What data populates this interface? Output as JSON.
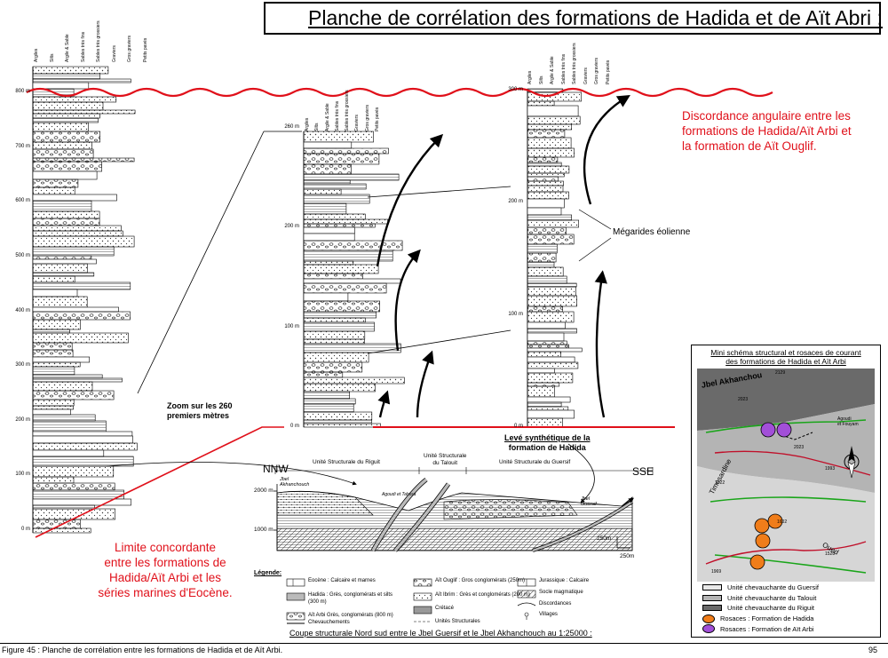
{
  "title": "Planche de corrélation des formations de Hadida et de Aït Abri :",
  "header_labels": [
    "Argiles",
    "Silts",
    "Argile & Sable",
    "Sables très fins",
    "Sables très grossiers",
    "Graviers",
    "Gros graviers",
    "Petits pavés"
  ],
  "col1_ticks": [
    "800 m",
    "700 m",
    "600 m",
    "500 m",
    "400 m",
    "300 m",
    "200 m",
    "100 m",
    "0 m"
  ],
  "col2_ticks": [
    "260 m",
    "200 m",
    "100 m",
    "0 m"
  ],
  "col3_ticks": [
    "300 m",
    "200 m",
    "100 m",
    "0 m"
  ],
  "notes": {
    "discordance_1": "Discordance angulaire entre les",
    "discordance_2": "formations de Hadida/Aït Arbi et",
    "discordance_3": "la formation de Aït Ouglif.",
    "megarides": "Mégarides éolienne",
    "zoom_1": "Zoom sur les 260",
    "zoom_2": "premiers mètres",
    "leve_1": "Levé synthétique de la",
    "leve_2": "formation de Hadida",
    "limite_1": "Limite concordante",
    "limite_2": "entre les formations de",
    "limite_3": "Hadida/Aït Arbi et les",
    "limite_4": "séries marines d'Eocène."
  },
  "section": {
    "nnw": "NNW",
    "sse": "SSE",
    "unit_riguit": "Unité Structurale du Riguit",
    "unit_talouit_1": "Unité Structurale",
    "unit_talouit_2": "du Talouit",
    "unit_guersif": "Unité Structurale du Guersif",
    "y2000": "2000 m",
    "y1000": "1000 m",
    "jbel_akh_1": "Jbel",
    "jbel_akh_2": "Akhanchouch",
    "agoudi": "Agoudi et Tahssa",
    "jbel_guersif_1": "Jbel",
    "jbel_guersif_2": "Guersif",
    "scale_v": "250m",
    "scale_h": "250m",
    "caption": "Coupe structurale Nord sud entre le Jbel Guersif et le Jbel Akhanchouch au 1:25000 :"
  },
  "legend": {
    "title": "Légende:",
    "items": [
      "Eocène : Calcaire et marnes",
      "Hadida : Grès, conglomérats et silts",
      "(300 m)",
      "Aït Arbi Grès, conglomérats (800 m)",
      "Chevauchements",
      "Aït Ouglif : Gros conglomérats (250m)",
      "Aït Ibrim : Grès et conglomérats (200 m)",
      "Crétacé",
      "Unités Structurales",
      "Jurassique : Calcaire",
      "Socle magmatique",
      "Discordances",
      "Villages"
    ]
  },
  "panel": {
    "title_1": "Mini schéma structural et rosaces de courant",
    "title_2": "des formations de Hadida et Aït Arbi",
    "jbel": "Jbel Akhanchou",
    "timesardine": "Timesardine",
    "oued": "Oued",
    "agoudi_1": "Agoudi",
    "agoudi_2": "et Fouyam",
    "elev": [
      "2129",
      "2023",
      "2023",
      "1993",
      "1722",
      "1602",
      "1528",
      "1969"
    ],
    "legend": [
      "Unité chevauchante du Guersif",
      "Unité chevauchante du Talouit",
      "Unité chevauchante du Riguit",
      "Rosaces : Formation de Hadida",
      "Rosaces : Formation de Aït Arbi"
    ],
    "colors": [
      "#e8e8e8",
      "#b4b4b4",
      "#6a6a6a",
      "#f07d1a",
      "#a24fd8"
    ]
  },
  "footer": {
    "figure": "Figure 45 : Planche de corrélation entre les formations de Hadida et de Aït Arbi.",
    "page": "95"
  },
  "colors": {
    "red": "#e0101a",
    "green": "#1aa51a"
  }
}
